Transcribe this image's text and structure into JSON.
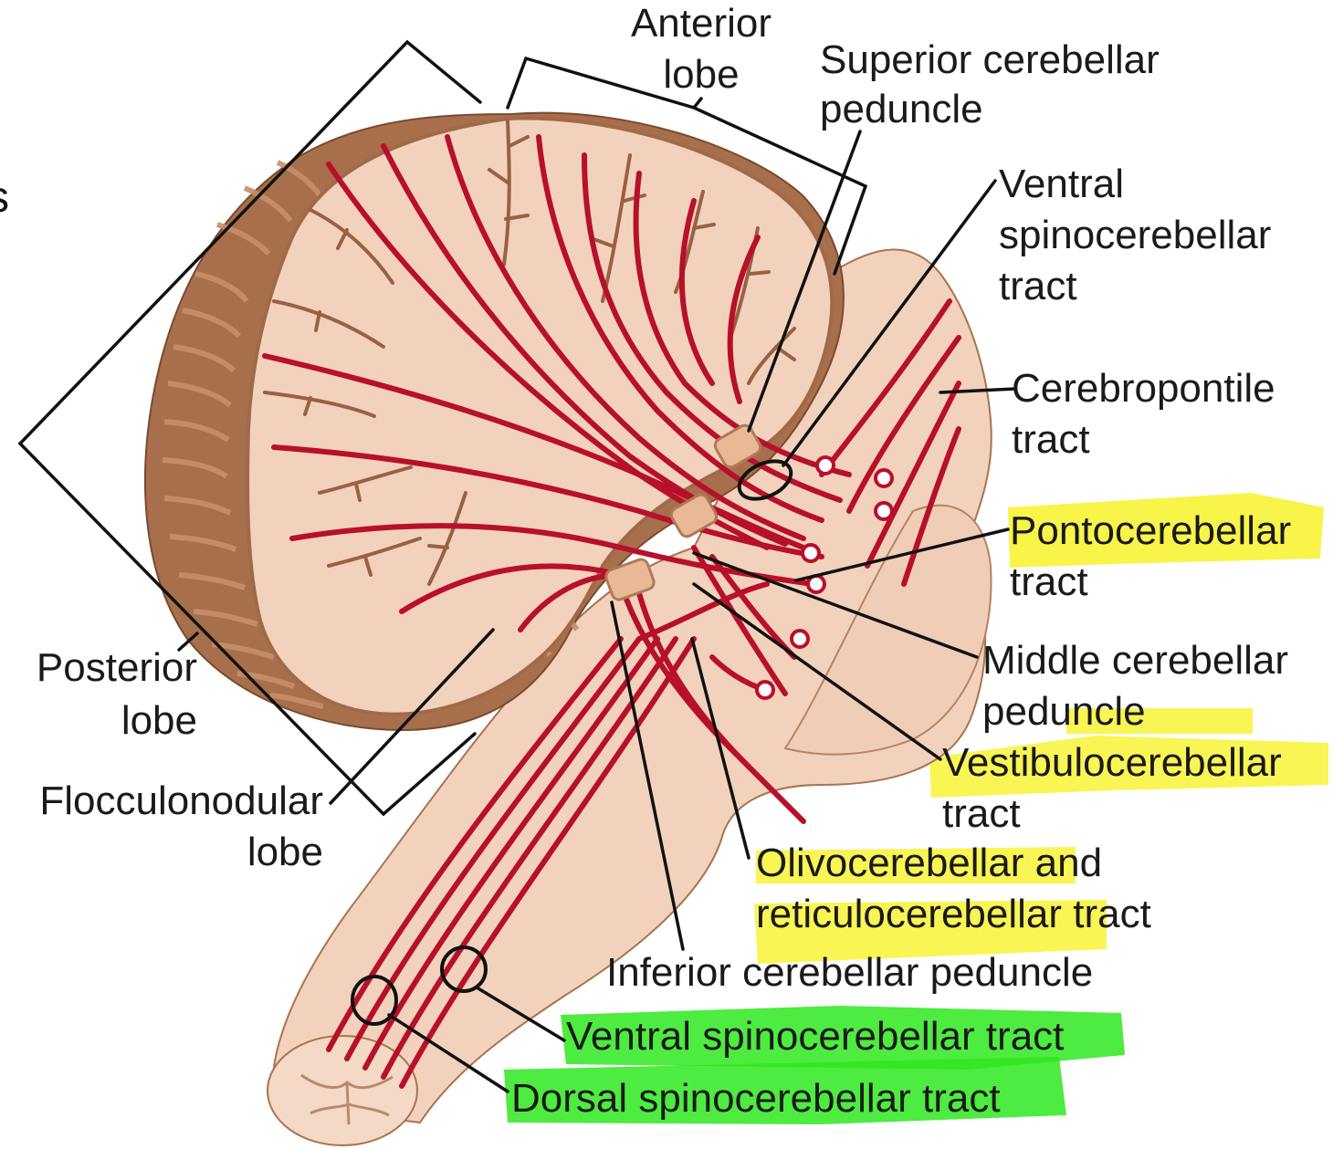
{
  "edge_fragment": "s",
  "colors": {
    "tissue": "#f2d2bd",
    "tissue_edge": "#a8744f",
    "cortex_dark": "#a86f4c",
    "cortex_mid": "#c7906b",
    "tract_red": "#b8102a",
    "leader_line": "#111111",
    "highlight_yellow": "#f7f229",
    "highlight_green": "#2fe81e"
  },
  "labels": {
    "anterior_lobe": [
      "Anterior",
      "lobe"
    ],
    "superior_cerebellar_peduncle": [
      "Superior cerebellar",
      "peduncle"
    ],
    "ventral_spinocerebellar_tract_upper": [
      "Ventral",
      "spinocerebellar",
      "tract"
    ],
    "cerebropontile_tract": [
      "Cerebropontile",
      "tract"
    ],
    "pontocerebellar_tract": [
      "Pontocerebellar",
      "tract"
    ],
    "middle_cerebellar_peduncle": [
      "Middle cerebellar",
      "peduncle"
    ],
    "vestibulocerebellar_tract": [
      "Vestibulocerebellar",
      "tract"
    ],
    "olivo_reticulo_tract": [
      "Olivocerebellar and",
      "reticulocerebellar tract"
    ],
    "inferior_cerebellar_peduncle": [
      "Inferior cerebellar peduncle"
    ],
    "ventral_spinocerebellar_tract_lower": [
      "Ventral spinocerebellar tract"
    ],
    "dorsal_spinocerebellar_tract": [
      "Dorsal spinocerebellar tract"
    ],
    "posterior_lobe": [
      "Posterior",
      "lobe"
    ],
    "flocculonodular_lobe": [
      "Flocculonodular",
      "lobe"
    ]
  }
}
